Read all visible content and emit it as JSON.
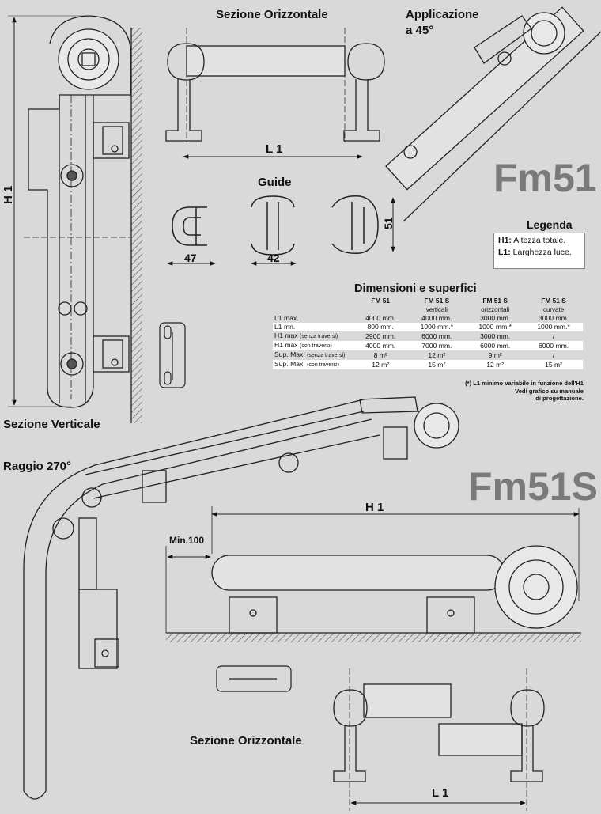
{
  "labels": {
    "sezione_orizzontale_top": "Sezione Orizzontale",
    "applicazione": "Applicazione",
    "a45": "a 45°",
    "guide": "Guide",
    "sezione_verticale": "Sezione Verticale",
    "raggio": "Raggio 270°",
    "sezione_orizzontale_bottom": "Sezione Orizzontale"
  },
  "models": {
    "fm51": "Fm51",
    "fm51s": "Fm51S"
  },
  "dimensions": {
    "l1_top": "L 1",
    "l1_bottom": "L 1",
    "h1_left": "H 1",
    "h1_bottom": "H 1",
    "min100": "Min.100",
    "guide_47": "47",
    "guide_42": "42",
    "guide_51": "51"
  },
  "legend": {
    "title": "Legenda",
    "items": [
      {
        "key": "H1:",
        "text": "Altezza totale."
      },
      {
        "key": "L1:",
        "text": "Larghezza luce."
      }
    ]
  },
  "table": {
    "title": "Dimensioni e superfici",
    "columns": [
      "FM 51",
      "FM 51 S",
      "FM 51 S",
      "FM 51 S"
    ],
    "subcolumns": [
      "",
      "verticali",
      "orizzontali",
      "curvate"
    ],
    "rows": [
      {
        "label": "L1 max.",
        "note": "",
        "values": [
          "4000 mm.",
          "4000 mm.",
          "3000 mm.",
          "3000 mm."
        ]
      },
      {
        "label": "L1 mn.",
        "note": "",
        "values": [
          "800 mm.",
          "1000 mm.*",
          "1000 mm.*",
          "1000 mm.*"
        ]
      },
      {
        "label": "H1 max",
        "note": "(senza traversi)",
        "values": [
          "2900 mm.",
          "6000 mm.",
          "3000 mm.",
          "/"
        ]
      },
      {
        "label": "H1 max",
        "note": "(con traversi)",
        "values": [
          "4000 mm.",
          "7000 mm.",
          "6000 mm.",
          "6000 mm."
        ]
      },
      {
        "label": "Sup. Max.",
        "note": "(senza traversi)",
        "values": [
          "8 m²",
          "12 m²",
          "9 m²",
          "/"
        ]
      },
      {
        "label": "Sup. Max.",
        "note": "(con traversi)",
        "values": [
          "12 m²",
          "15 m²",
          "12 m²",
          "15 m²"
        ]
      }
    ],
    "footnote": [
      "(*) L1 minimo variabile in funzione dell'H1",
      "Vedi grafico su manuale",
      "di progettazione."
    ]
  }
}
